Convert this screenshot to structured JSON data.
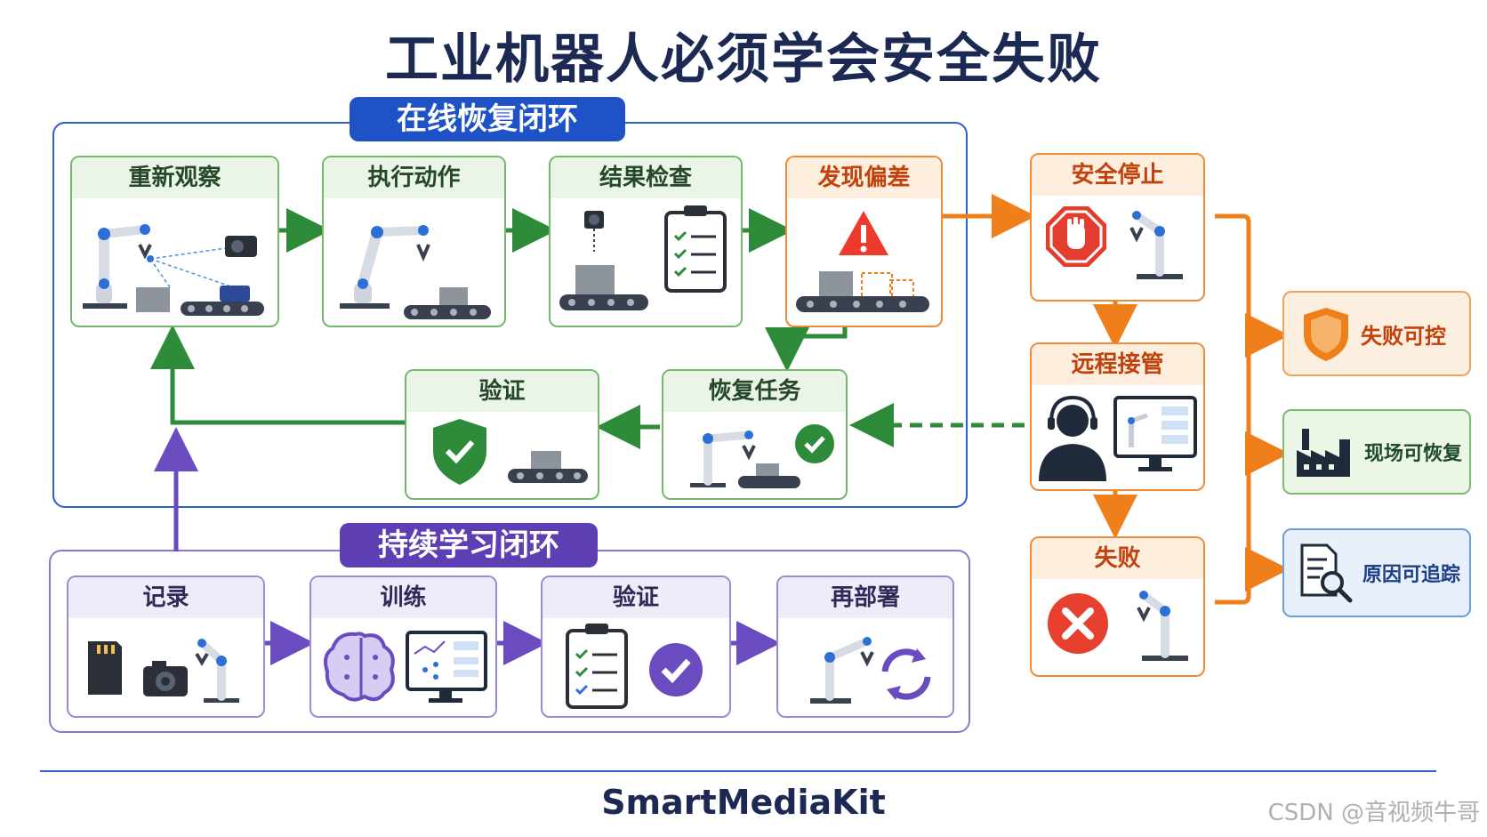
{
  "title": "工业机器人必须学会安全失败",
  "online_loop": {
    "label": "在线恢复闭环",
    "steps": {
      "reobserve": "重新观察",
      "execute": "执行动作",
      "check": "结果检查",
      "deviation": "发现偏差",
      "recover": "恢复任务",
      "verify": "验证"
    }
  },
  "escalation": {
    "safe_stop": "安全停止",
    "remote_takeover": "远程接管",
    "fail": "失败"
  },
  "outcomes": {
    "controllable": "失败可控",
    "recoverable": "现场可恢复",
    "traceable": "原因可追踪"
  },
  "learning_loop": {
    "label": "持续学习闭环",
    "steps": {
      "record": "记录",
      "train": "训练",
      "verify": "验证",
      "redeploy": "再部署"
    }
  },
  "footer": {
    "brand": "SmartMediaKit",
    "watermark": "CSDN @音视频牛哥"
  },
  "colors": {
    "online_blue": "#1f52c6",
    "learn_purple": "#5d3fb3",
    "green": "#2e8b3a",
    "orange": "#ef7f1a"
  }
}
